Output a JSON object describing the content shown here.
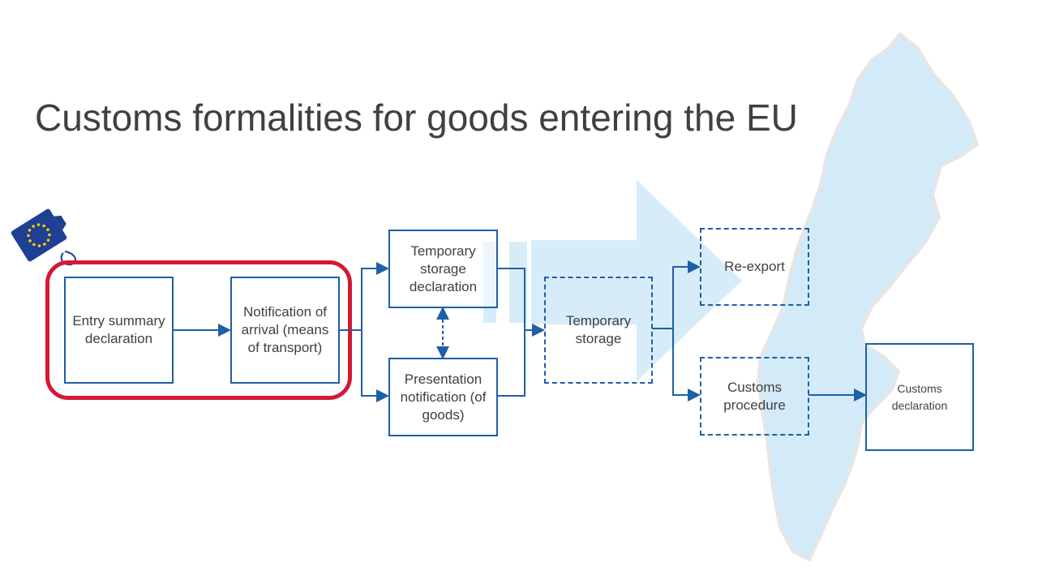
{
  "title": "Customs formalities for goods entering the EU",
  "colors": {
    "box_border": "#1f5fa6",
    "highlight": "#d41932",
    "map_fill": "#d3eaf8",
    "title_text": "#404040"
  },
  "icons": [
    "eu-flag-tag-icon",
    "sweden-map-silhouette",
    "big-arrow-background"
  ],
  "nodes": {
    "entry_summary": "Entry summary declaration",
    "notification_arrival": "Notification of arrival (means of transport)",
    "temp_storage_decl": "Temporary storage declaration",
    "presentation": "Presentation notification (of goods)",
    "temp_storage": "Temporary storage",
    "reexport": "Re-export",
    "customs_procedure": "Customs procedure",
    "customs_declaration": "Customs declaration"
  }
}
